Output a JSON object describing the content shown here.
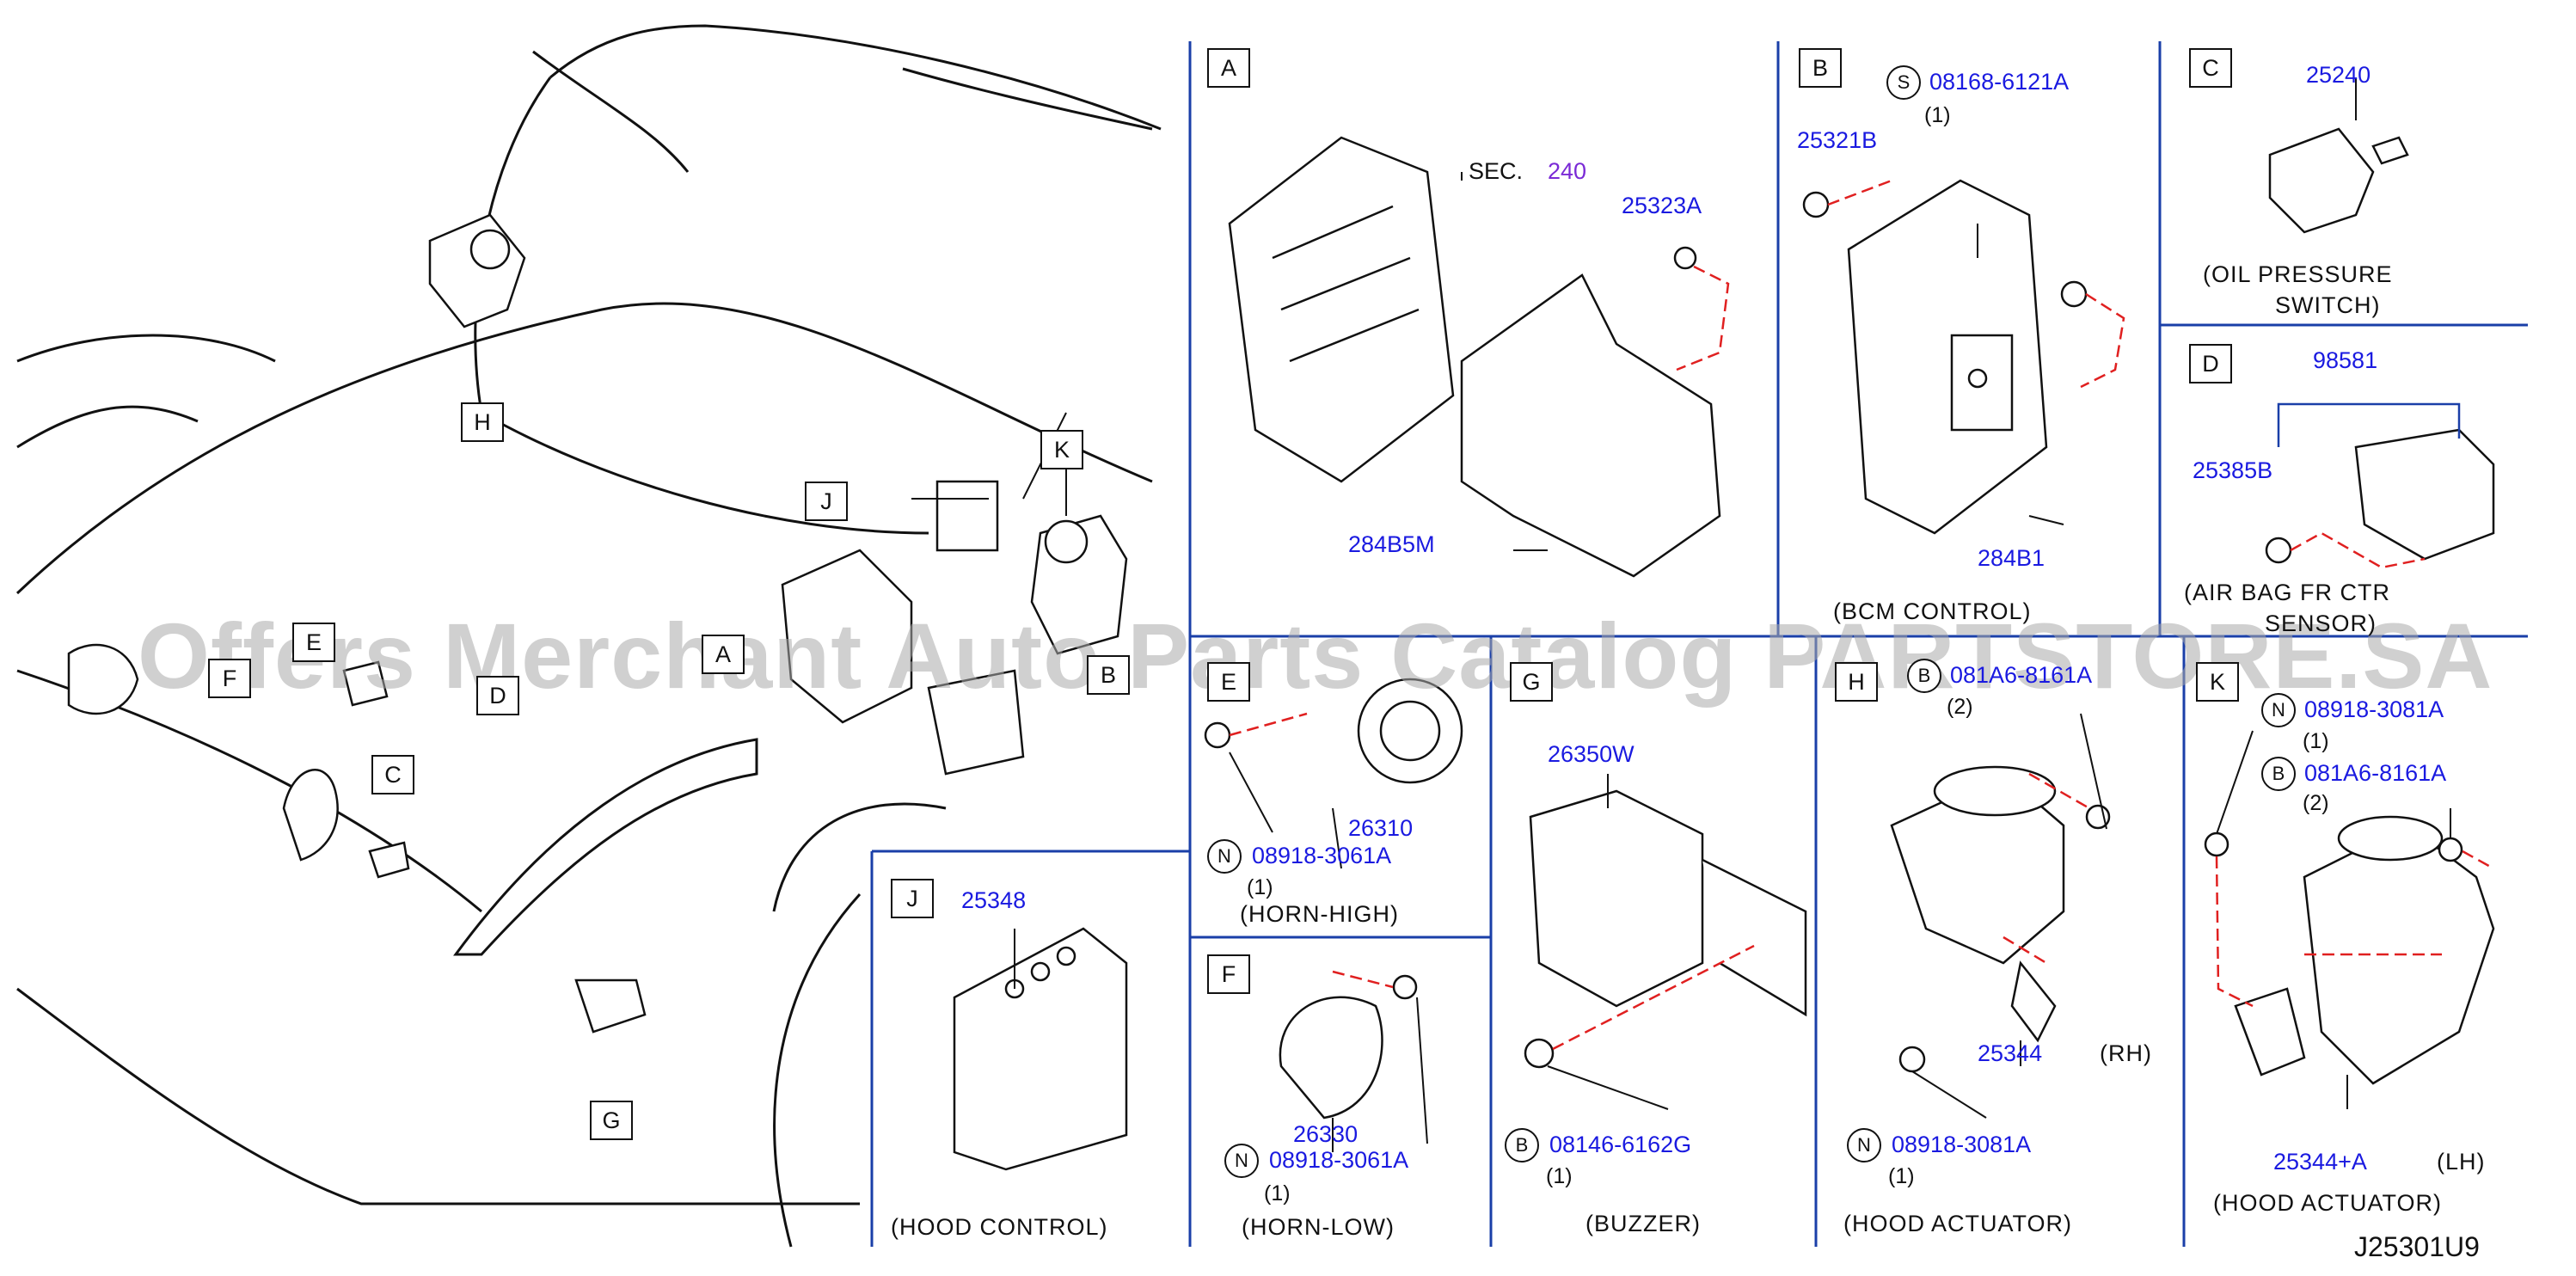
{
  "watermark": "Offers Merchant Auto Parts Catalog PARTSTORE.SA",
  "diagram_code": "J25301U9",
  "overview_callouts": [
    "H",
    "J",
    "K",
    "A",
    "B",
    "E",
    "F",
    "D",
    "C",
    "G"
  ],
  "panels": {
    "A": {
      "letter": "A",
      "sec_prefix": "SEC.",
      "sec_number": "240",
      "parts": [
        "25323A",
        "284B5M"
      ]
    },
    "B": {
      "letter": "B",
      "marker": "S",
      "bolt": "08168-6121A",
      "bolt_qty": "(1)",
      "parts": [
        "25321B",
        "284B1"
      ],
      "caption": "(BCM   CONTROL)"
    },
    "C": {
      "letter": "C",
      "part": "25240",
      "caption_line1": "(OIL   PRESSURE",
      "caption_line2": "SWITCH)"
    },
    "D": {
      "letter": "D",
      "parts": [
        "98581",
        "25385B"
      ],
      "caption_line1": "(AIR   BAG   FR   CTR",
      "caption_line2": "SENSOR)"
    },
    "E": {
      "letter": "E",
      "part": "26310",
      "marker": "N",
      "nut": "08918-3061A",
      "nut_qty": "(1)",
      "caption": "(HORN-HIGH)"
    },
    "F": {
      "letter": "F",
      "part": "26330",
      "marker": "N",
      "nut": "08918-3061A",
      "nut_qty": "(1)",
      "caption": "(HORN-LOW)"
    },
    "G": {
      "letter": "G",
      "part": "26350W",
      "marker": "B",
      "bolt": "08146-6162G",
      "bolt_qty": "(1)",
      "caption": "(BUZZER)"
    },
    "H": {
      "letter": "H",
      "marker_b": "B",
      "bolt": "081A6-8161A",
      "bolt_qty": "(2)",
      "part": "25344",
      "side": "(RH)",
      "marker_n": "N",
      "nut": "08918-3081A",
      "nut_qty": "(1)",
      "caption": "(HOOD   ACTUATOR)"
    },
    "J": {
      "letter": "J",
      "part": "25348",
      "caption": "(HOOD   CONTROL)"
    },
    "K": {
      "letter": "K",
      "marker_n": "N",
      "nut": "08918-3081A",
      "nut_qty": "(1)",
      "marker_b": "B",
      "bolt": "081A6-8161A",
      "bolt_qty": "(2)",
      "part": "25344+A",
      "side": "(LH)",
      "caption": "(HOOD   ACTUATOR)"
    }
  },
  "colors": {
    "part_number": "#1a1ae0",
    "divider": "#1a3fa8",
    "leader_dash": "#e02020",
    "sec_number": "#7a2ad6",
    "watermark": "#aaaaaa"
  }
}
